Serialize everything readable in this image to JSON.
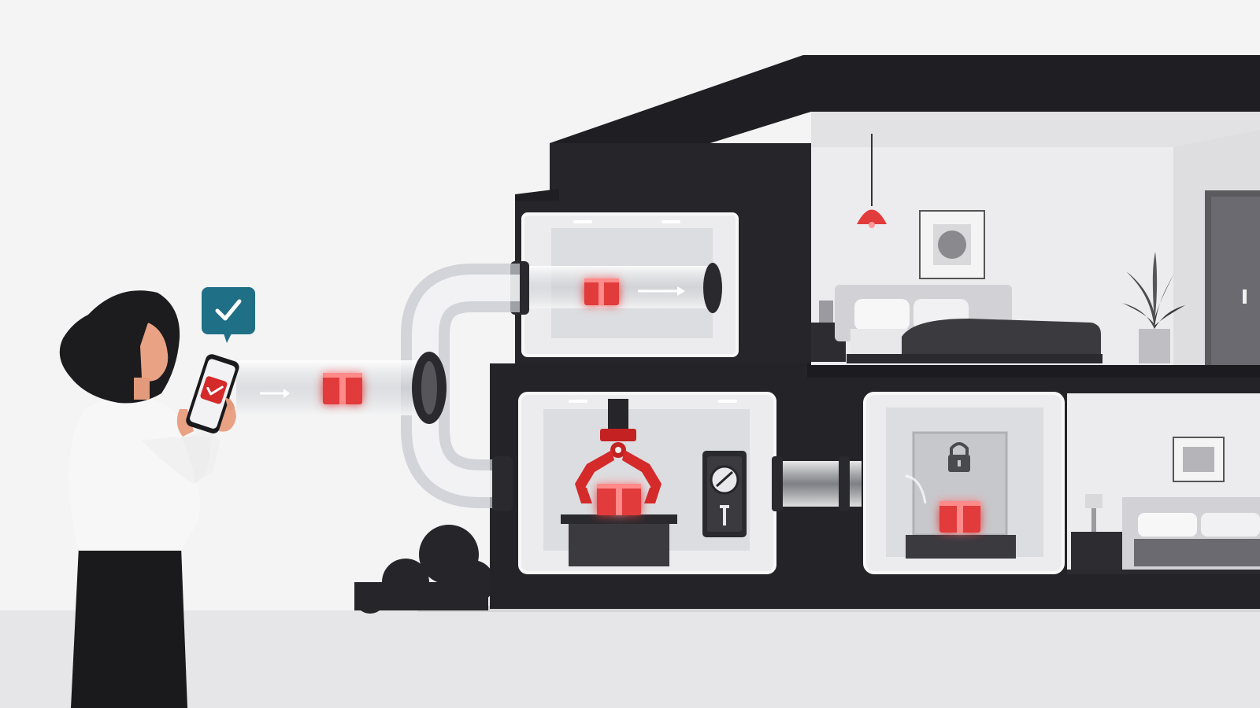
{
  "scene": {
    "colors": {
      "background": "#f4f4f5",
      "ground": "#e6e6e8",
      "house_dark": "#242428",
      "house_mid": "#2f2f34",
      "room_wall": "#e9e9eb",
      "parcel_red": "#e23b3b",
      "parcel_glow": "#ff6b6b",
      "notification_teal": "#1f6f86",
      "tube_glass": "#d7dadf",
      "tube_ring": "#2a2a2e",
      "robot_arm_red": "#d42a2a",
      "figure_hair": "#1c1c1f",
      "figure_shirt": "#f7f7f7",
      "figure_pants": "#1a1a1d",
      "skin": "#e9a283"
    },
    "icons": [
      "checkmark-icon",
      "lock-icon",
      "pendant-lamp-icon",
      "plant-icon",
      "parcel-icon"
    ],
    "parcels": [
      {
        "location": "entry-tube"
      },
      {
        "location": "upper-chamber"
      },
      {
        "location": "robot-claw"
      },
      {
        "location": "locker"
      }
    ]
  }
}
